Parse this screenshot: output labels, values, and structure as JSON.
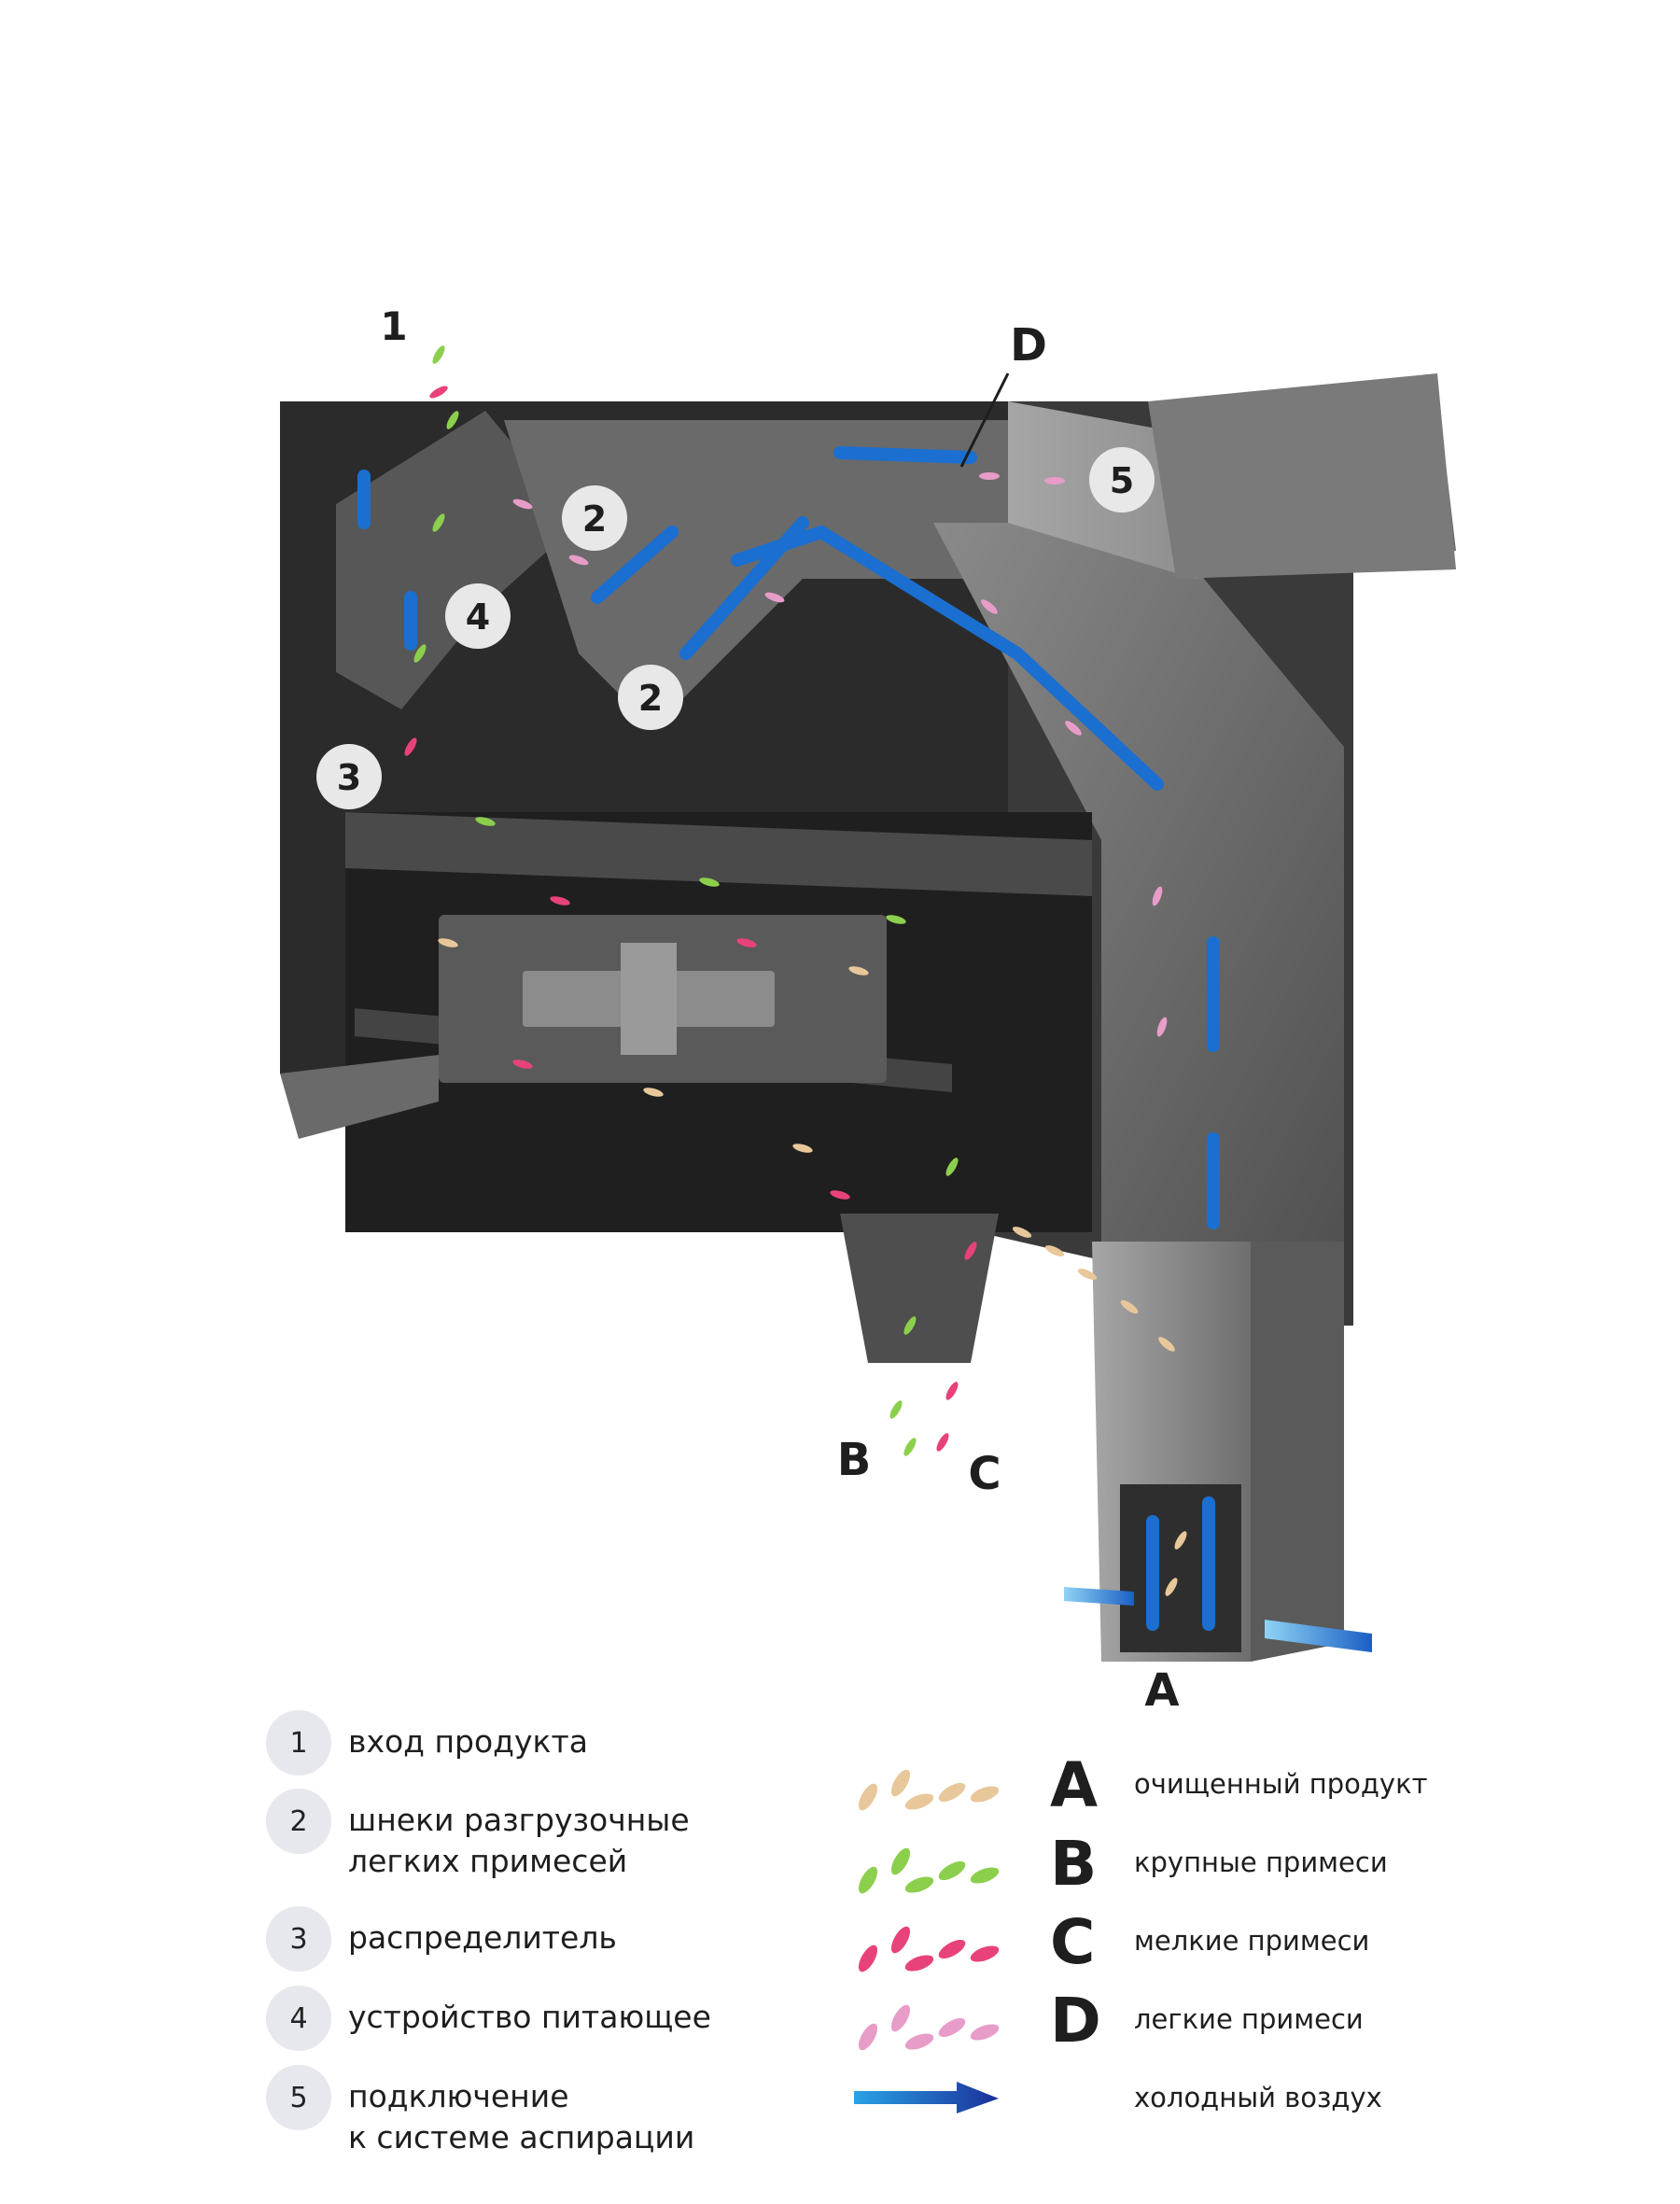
{
  "diagram": {
    "flow_labels": {
      "A": "A",
      "B": "B",
      "C": "C",
      "D": "D"
    },
    "top_label": "1",
    "callouts": [
      "2",
      "2",
      "3",
      "4",
      "5"
    ]
  },
  "legend_numbers": [
    {
      "num": "1",
      "text": "вход продукта"
    },
    {
      "num": "2",
      "text": "шнеки разгрузочные\nлегких примесей"
    },
    {
      "num": "3",
      "text": "распределитель"
    },
    {
      "num": "4",
      "text": "устройство питающее"
    },
    {
      "num": "5",
      "text": "подключение\nк системе аспирации"
    }
  ],
  "legend_key": [
    {
      "letter": "A",
      "text": "очищенный продукт",
      "color": "#e8c79a"
    },
    {
      "letter": "B",
      "text": "крупные примеси",
      "color": "#8ccf4d"
    },
    {
      "letter": "C",
      "text": "мелкие примеси",
      "color": "#e8427a"
    },
    {
      "letter": "D",
      "text": "легкие примеси",
      "color": "#e89cc8"
    },
    {
      "letter": "",
      "text": "холодный воздух",
      "color": "#1a6fd1"
    }
  ]
}
